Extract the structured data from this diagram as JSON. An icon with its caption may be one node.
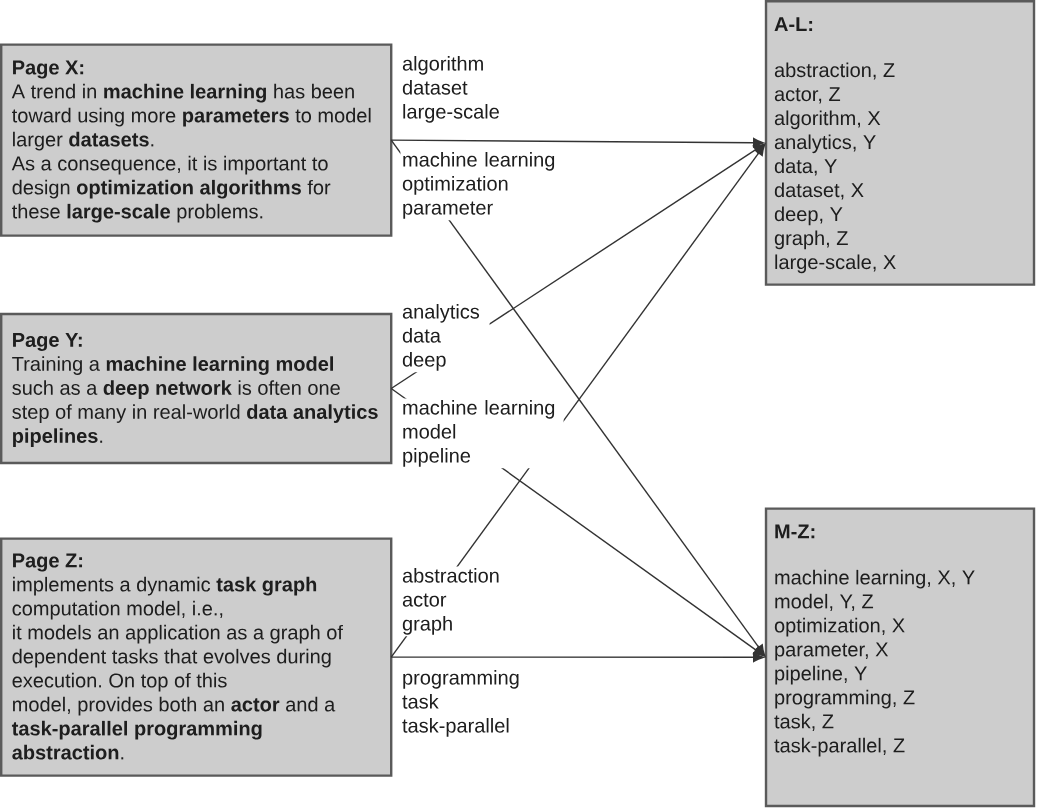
{
  "diagram": {
    "nodes": [
      {
        "text": [
          "Page X:",
          "A trend in **machine learning** has been toward using more **parameters** to model larger **datasets**.",
          "As a consequence, it is important to design **optimization algorithms** for these **large-scale** problems."
        ]
      },
      {
        "text": [
          "Page Y:",
          "Training a **machine learning model** such as a **deep network** is often one step of many in real-world **data analytics pipelines**."
        ]
      },
      {
        "text": [
          "Page Z:",
          "implements a dynamic **task graph** computation model, i.e.,",
          "it models an application as a graph of dependent tasks that evolves during execution. On top of this",
          "model, provides both an **actor** and a **task-parallel programming abstraction**."
        ]
      },
      {
        "text": [
          "A-L:",
          "abstraction, Z",
          "actor, Z",
          "algorithm, X",
          "analytics, Y",
          "data, Y",
          "dataset, X",
          "deep, Y",
          "graph, Z",
          "large-scale, X"
        ]
      },
      {
        "text": [
          "M-Z:",
          "machine learning, X, Y",
          "model, Y, Z",
          "optimization, X",
          "parameter, X",
          "pipeline, Y",
          "programming, Z",
          "task, Z",
          "task-parallel, Z"
        ]
      }
    ],
    "edges": [
      {
        "from": 0,
        "to": 3,
        "arrow": "to",
        "label": "algorithm dataset large-scale"
      },
      {
        "from": 0,
        "to": 4,
        "arrow": "to",
        "label": "machine learning optimization parameter"
      },
      {
        "from": 1,
        "to": 3,
        "arrow": "to",
        "label": "analytics data deep"
      },
      {
        "from": 1,
        "to": 4,
        "arrow": "to",
        "label": "machine learning model pipeline"
      },
      {
        "from": 2,
        "to": 3,
        "arrow": "to",
        "label": "abstraction actor graph"
      },
      {
        "from": 2,
        "to": 4,
        "arrow": "to",
        "label": "programming task task-parallel"
      }
    ]
  }
}
